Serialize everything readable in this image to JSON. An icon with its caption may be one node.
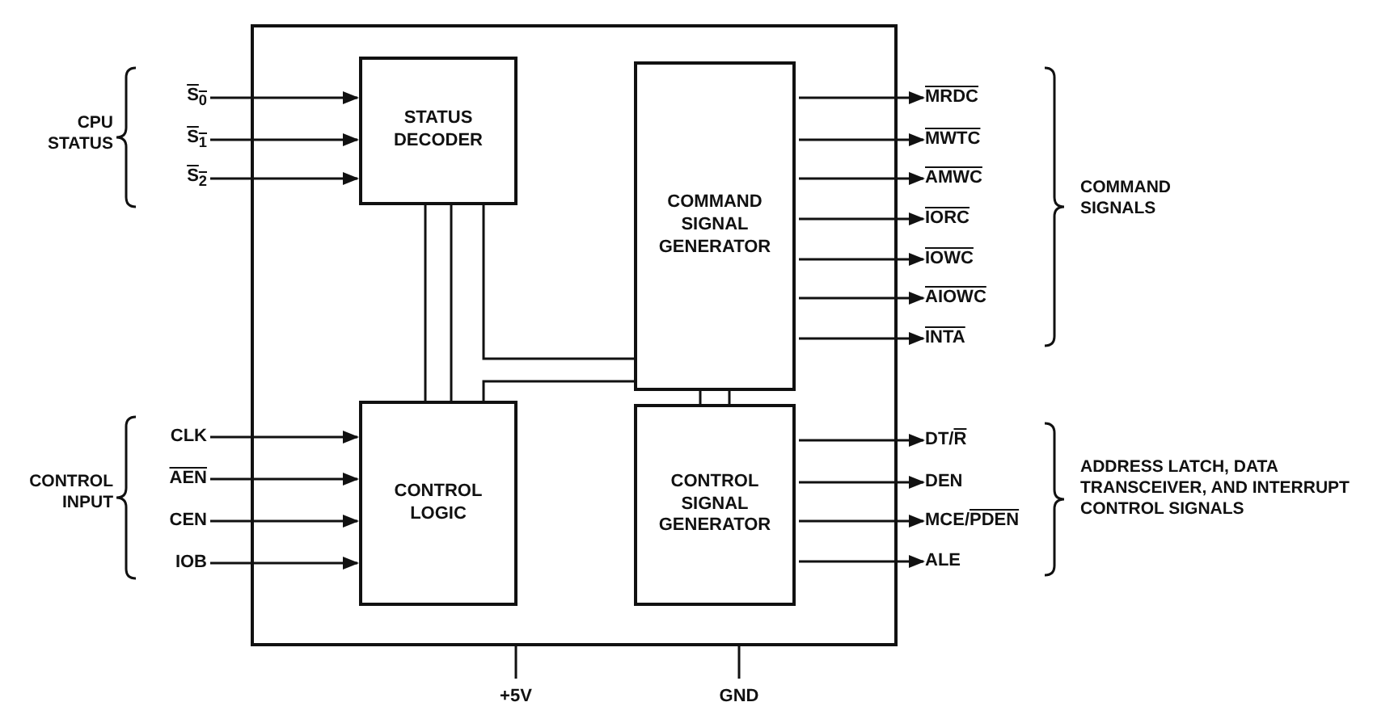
{
  "diagram": {
    "nodes": [
      {
        "text": [],
        "shape": "box"
      },
      {
        "text": [
          "STATUS DECODER"
        ],
        "in": 0
      },
      {
        "text": [
          "COMMAND SIGNAL GENERATOR"
        ],
        "in": 0
      },
      {
        "text": [
          "CONTROL LOGIC"
        ],
        "in": 0
      },
      {
        "text": [
          "CONTROL SIGNAL GENERATOR"
        ],
        "in": 0
      },
      {
        "text": [
          "S$_{0}$"
        ]
      },
      {
        "text": [
          "S$_{1}$"
        ]
      },
      {
        "text": [
          "S$_{2}$"
        ]
      },
      {
        "text": [
          "CLK"
        ]
      },
      {
        "text": [
          "AEN"
        ]
      },
      {
        "text": [
          "CEN"
        ]
      },
      {
        "text": [
          "IOB"
        ]
      },
      {
        "text": [
          "MRDC"
        ]
      },
      {
        "text": [
          "MWTC"
        ]
      },
      {
        "text": [
          "AMWC"
        ]
      },
      {
        "text": [
          "IORC"
        ]
      },
      {
        "text": [
          "IOWC"
        ]
      },
      {
        "text": [
          "AIOWC"
        ]
      },
      {
        "text": [
          "INTA"
        ]
      },
      {
        "text": [
          "DT/R"
        ]
      },
      {
        "text": [
          "DEN"
        ]
      },
      {
        "text": [
          "MCE/PDEN"
        ]
      },
      {
        "text": [
          "ALE"
        ]
      },
      {
        "text": [
          "+5V"
        ]
      },
      {
        "text": [
          "GND"
        ]
      }
    ],
    "edges": [
      {
        "from": 1,
        "to": 3,
        "arrow": "none"
      },
      {
        "from": 1,
        "to": 2,
        "arrow": "none"
      },
      {
        "from": 3,
        "to": 2,
        "arrow": "none"
      },
      {
        "from": 2,
        "to": 4,
        "arrow": "none"
      },
      {
        "from": 5,
        "to": 1,
        "arrow": "to"
      },
      {
        "from": 6,
        "to": 1,
        "arrow": "to"
      },
      {
        "from": 7,
        "to": 1,
        "arrow": "to"
      },
      {
        "from": 8,
        "to": 3,
        "arrow": "to"
      },
      {
        "from": 9,
        "to": 3,
        "arrow": "to"
      },
      {
        "from": 10,
        "to": 3,
        "arrow": "to"
      },
      {
        "from": 11,
        "to": 3,
        "arrow": "to"
      },
      {
        "from": 2,
        "to": 12,
        "arrow": "to"
      },
      {
        "from": 2,
        "to": 13,
        "arrow": "to"
      },
      {
        "from": 2,
        "to": 14,
        "arrow": "to"
      },
      {
        "from": 2,
        "to": 15,
        "arrow": "to"
      },
      {
        "from": 2,
        "to": 16,
        "arrow": "to"
      },
      {
        "from": 2,
        "to": 17,
        "arrow": "to"
      },
      {
        "from": 2,
        "to": 18,
        "arrow": "to"
      },
      {
        "from": 4,
        "to": 19,
        "arrow": "to"
      },
      {
        "from": 4,
        "to": 20,
        "arrow": "to"
      },
      {
        "from": 4,
        "to": 21,
        "arrow": "to"
      },
      {
        "from": 4,
        "to": 22,
        "arrow": "to"
      },
      {
        "from": 0,
        "to": 23,
        "arrow": "none"
      },
      {
        "from": 0,
        "to": 24,
        "arrow": "none"
      }
    ],
    "labels": [
      "CPU STATUS",
      "CONTROL INPUT",
      "COMMAND SIGNALS",
      "ADDRESS LATCH, DATA TRANSCEIVER, AND INTERRUPT CONTROL SIGNALS"
    ]
  }
}
